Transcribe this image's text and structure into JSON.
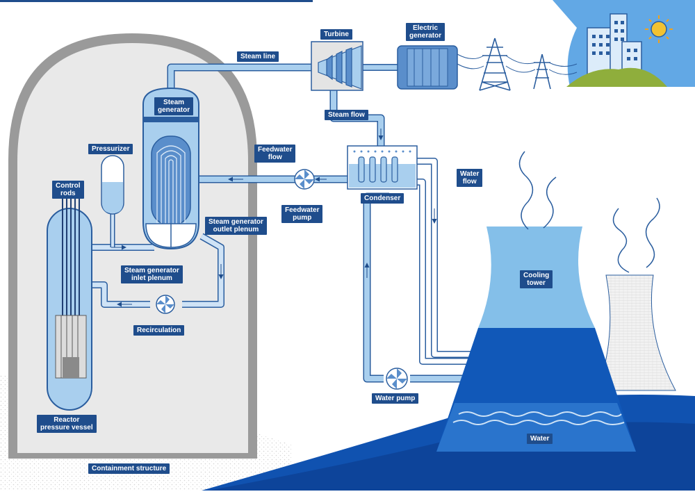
{
  "labels": {
    "turbine": "Turbine",
    "electric_generator": [
      "Electric",
      "generator"
    ],
    "steam_line": "Steam line",
    "steam_generator": [
      "Steam",
      "generator"
    ],
    "steam_flow": "Steam flow",
    "pressurizer": "Pressurizer",
    "feedwater_flow": [
      "Feedwater",
      "flow"
    ],
    "water_flow": [
      "Water",
      "flow"
    ],
    "condenser": "Condenser",
    "control_rods": [
      "Control",
      "rods"
    ],
    "feedwater_pump": [
      "Feedwater",
      "pump"
    ],
    "steam_generator_outlet_plenum": [
      "Steam generator",
      "outlet plenum"
    ],
    "steam_generator_inlet_plenum": [
      "Steam generator",
      "inlet plenum"
    ],
    "cooling_tower": [
      "Cooling",
      "tower"
    ],
    "recirculation": "Recirculation",
    "water_pump": "Water pump",
    "reactor_pressure_vessel": [
      "Reactor",
      "pressure vessel"
    ],
    "water": "Water",
    "containment_structure": "Containment structure"
  },
  "colors": {
    "navy": "#1f4d8c",
    "pipe_fill": "#a9cfee",
    "pipe_stroke": "#2a5d9e",
    "light_blue": "#cfe3f6",
    "containment_grey": "#9a9a9a",
    "containment_inner": "#e9e9e9",
    "tower_dark": "#1158b8",
    "tower_light": "#84bfe9",
    "ground_blue": "#1052b0",
    "sky_blue": "#62a8e5"
  }
}
